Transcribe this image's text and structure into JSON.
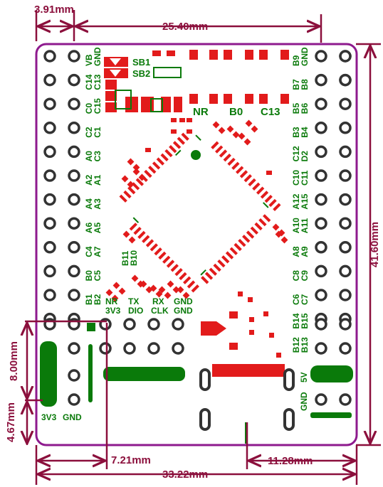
{
  "colors": {
    "dimension": "#8b0f3c",
    "outline": "#8e1a8e",
    "silkscreen": "#0a7a0a",
    "copper": "#e21b1b",
    "hole": "#333333",
    "background": "#ffffff"
  },
  "dimensions": {
    "left_offset": "3.91mm",
    "pin_span": "25.40mm",
    "board_height": "41.60mm",
    "header_height": "8.00mm",
    "header_offset": "4.67mm",
    "header_width": "7.21mm",
    "usb_offset": "11.28mm",
    "board_width": "33.22mm"
  },
  "labels": {
    "solder_bridges": [
      "SB1",
      "SB2"
    ],
    "top_right": [
      "NR",
      "B0",
      "C13"
    ],
    "left_col": [
      [
        "VB",
        "GND"
      ],
      [
        "C14",
        "C13"
      ],
      [
        "C0",
        "C15"
      ],
      [
        "C2",
        "C1"
      ],
      [
        "A0",
        "C3"
      ],
      [
        "A2",
        "A1"
      ],
      [
        "A4",
        "A3"
      ],
      [
        "A6",
        "A5"
      ],
      [
        "C4",
        "A7"
      ],
      [
        "B0",
        "C5"
      ],
      [
        "B1",
        "B2"
      ]
    ],
    "inner_left": [
      "B11",
      "B10"
    ],
    "right_col": [
      [
        "B9",
        "GND"
      ],
      [
        "B7",
        "B8"
      ],
      [
        "B5",
        "B6"
      ],
      [
        "B3",
        "B4"
      ],
      [
        "C12",
        "D2"
      ],
      [
        "C10",
        "C11"
      ],
      [
        "A12",
        "A15"
      ],
      [
        "A10",
        "A11"
      ],
      [
        "A8",
        "A9"
      ],
      [
        "C8",
        "C9"
      ],
      [
        "C6",
        "C7"
      ],
      [
        "B14",
        "B15"
      ],
      [
        "B12",
        "B13"
      ]
    ],
    "bottom_header": [
      [
        "NR",
        "3V3"
      ],
      [
        "TX",
        "DIO"
      ],
      [
        "RX",
        "CLK"
      ],
      [
        "GND",
        "GND"
      ]
    ],
    "power_left": [
      "3V3",
      "GND"
    ],
    "power_right": [
      "5V",
      "GND"
    ]
  }
}
